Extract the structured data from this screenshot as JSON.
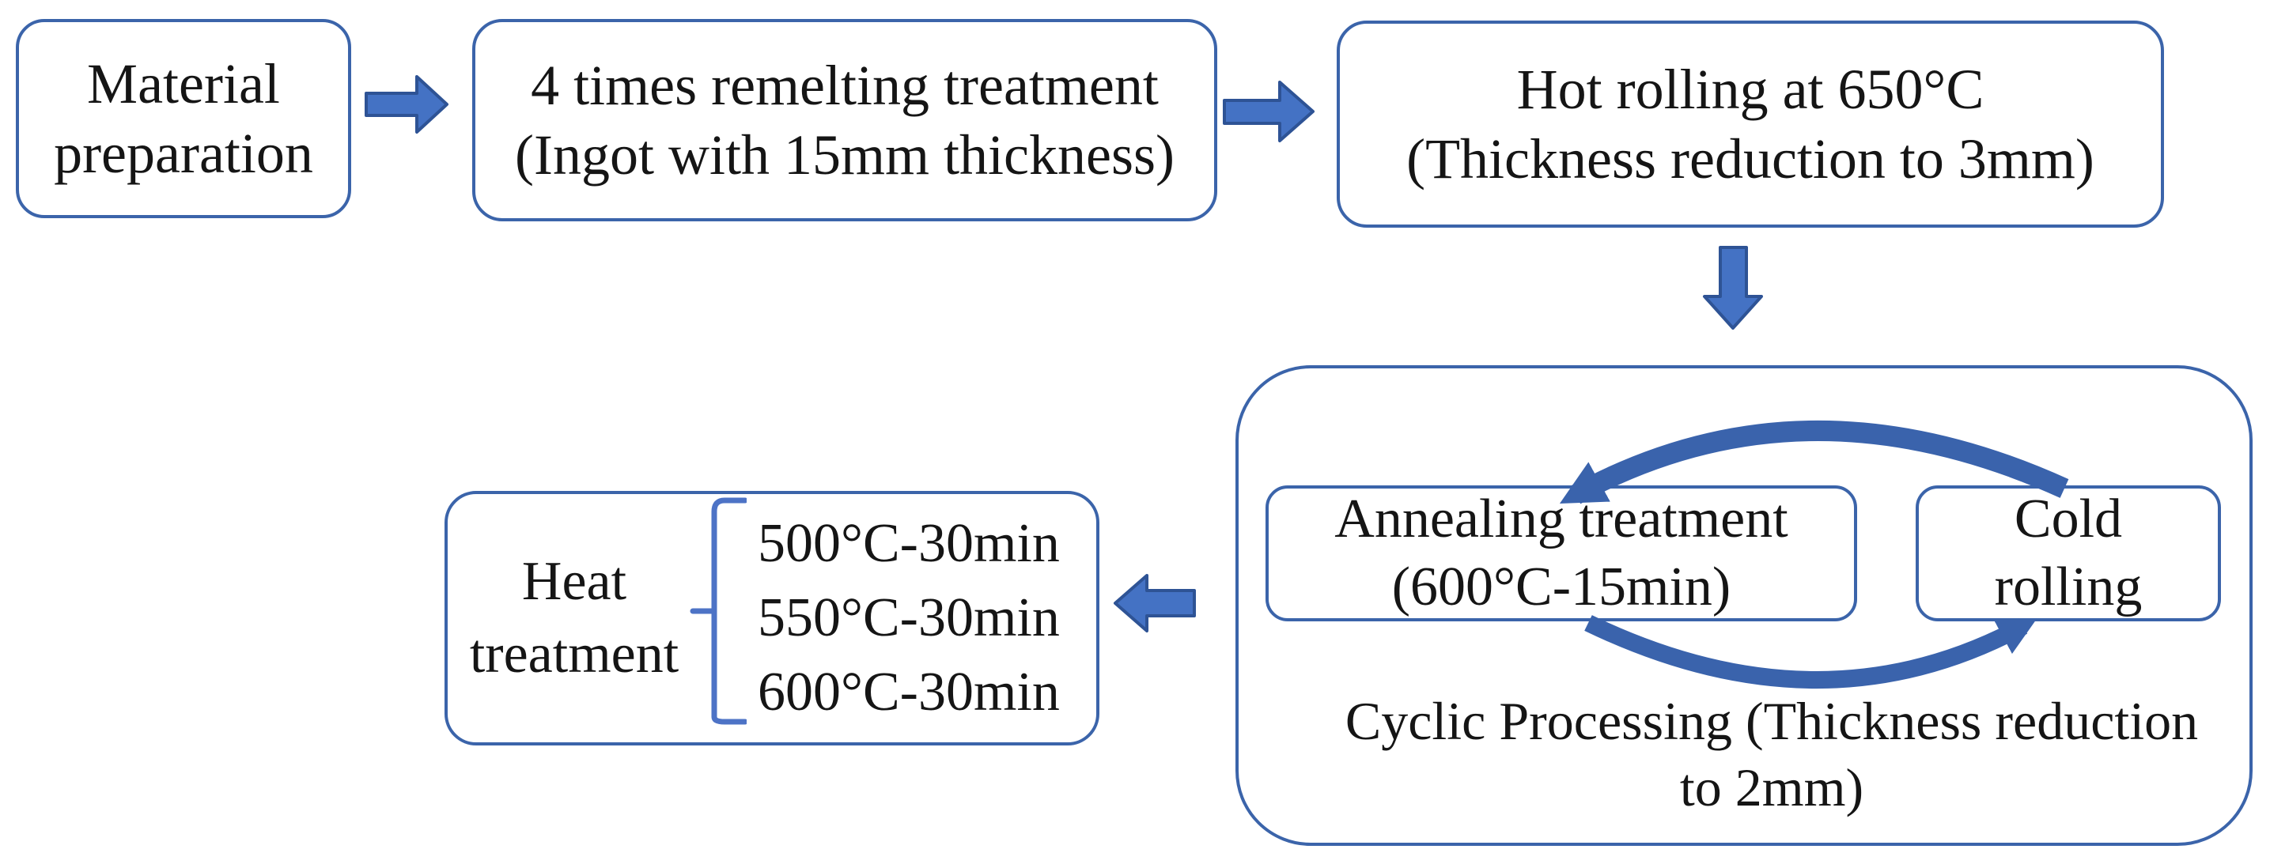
{
  "colors": {
    "box_border": "#3b64aa",
    "arrow_fill": "#4472c4",
    "arrow_stroke": "#2e5395",
    "cycle_arrow": "#3a63ac",
    "bracket": "#4d73c6",
    "text": "#151515",
    "background": "#ffffff"
  },
  "nodes": {
    "material": {
      "lines": [
        "Material",
        "preparation"
      ]
    },
    "remelting": {
      "lines": [
        "4 times remelting treatment",
        "(Ingot with 15mm thickness)"
      ]
    },
    "hot_rolling": {
      "lines": [
        "Hot rolling at 650°C",
        "(Thickness reduction to 3mm)"
      ]
    },
    "annealing": {
      "lines": [
        "Annealing treatment",
        "(600°C-15min)"
      ]
    },
    "cold_rolling": {
      "lines": [
        "Cold",
        "rolling"
      ]
    },
    "cyclic_caption": {
      "lines": [
        "Cyclic Processing",
        "(Thickness reduction to 2mm)"
      ]
    },
    "heat_treatment": {
      "label_lines": [
        "Heat",
        "treatment"
      ],
      "options": [
        "500°C-30min",
        "550°C-30min",
        "600°C-30min"
      ]
    }
  }
}
